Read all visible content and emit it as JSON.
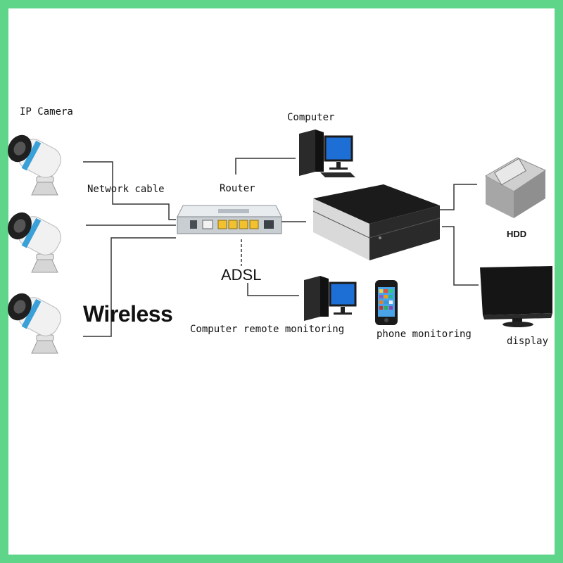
{
  "labels": {
    "ip_camera": "IP Camera",
    "network_cable": "Network cable",
    "wireless": "Wireless",
    "router": "Router",
    "computer": "Computer",
    "adsl": "ADSL",
    "computer_remote": "Computer remote monitoring",
    "phone_monitoring": "phone monitoring",
    "hdd": "HDD",
    "display": "display"
  },
  "colors": {
    "border": "#5fd58a",
    "line": "#333333",
    "router_port": "#f2c12e",
    "camera_ring": "#3aa0d8",
    "screen_blue": "#1d6fd6"
  }
}
